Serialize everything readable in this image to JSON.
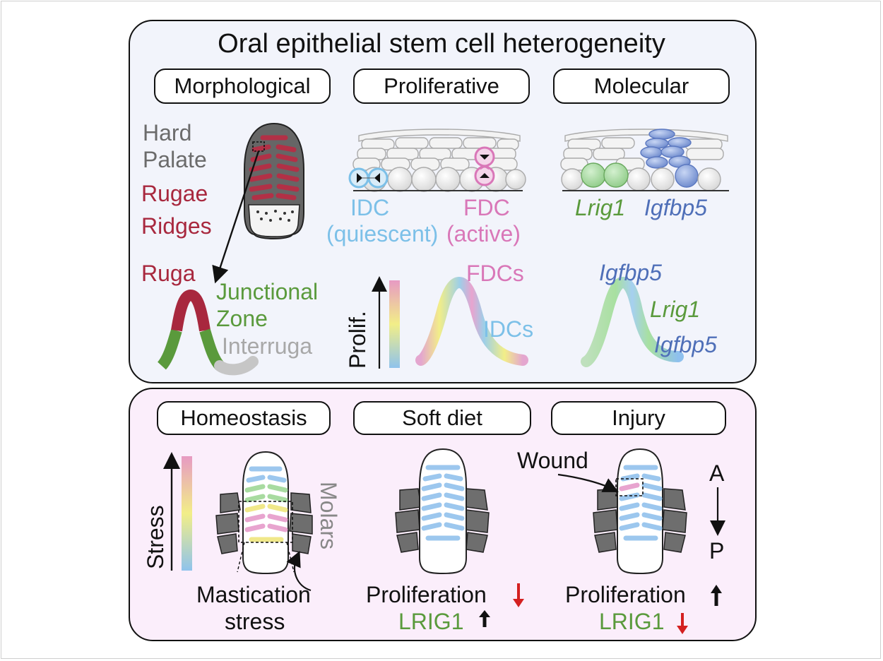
{
  "title": "Oral epithelial stem cell heterogeneity",
  "top_panel": {
    "categories": [
      "Morphological",
      "Proliferative",
      "Molecular"
    ],
    "morphological": {
      "hard_palate": [
        "Hard",
        "Palate"
      ],
      "rugae_ridges": [
        "Rugae",
        "Ridges"
      ],
      "ruga": "Ruga",
      "junctional_zone": [
        "Junctional",
        "Zone"
      ],
      "interruga": "Interruga"
    },
    "proliferative": {
      "idc": [
        "IDC",
        "(quiescent)"
      ],
      "fdc": [
        "FDC",
        "(active)"
      ],
      "axis_label": "Prolif.",
      "fdcs": "FDCs",
      "idcs": "IDCs"
    },
    "molecular": {
      "lrig1": "Lrig1",
      "igfbp5": "Igfbp5",
      "curve_top": "Igfbp5",
      "curve_mid": "Lrig1",
      "curve_bottom": "Igfbp5"
    }
  },
  "bottom_panel": {
    "conditions": [
      "Homeostasis",
      "Soft diet",
      "Injury"
    ],
    "homeostasis": {
      "axis_label": "Stress",
      "molars": "Molars",
      "mastication": [
        "Mastication",
        "stress"
      ]
    },
    "soft_diet": {
      "proliferation": "Proliferation",
      "lrig1": "LRIG1"
    },
    "injury": {
      "wound": "Wound",
      "anterior": "A",
      "posterior": "P",
      "proliferation": "Proliferation",
      "lrig1": "LRIG1"
    }
  },
  "colors": {
    "rugae_red": "#a8283e",
    "junction_green": "#5a9a3c",
    "interruga_gray": "#a8a8a8",
    "idc_blue": "#7cc0e8",
    "fdc_pink": "#d977b8",
    "igfbp5_blue": "#4f6fb8",
    "arrow_red": "#d42020"
  }
}
